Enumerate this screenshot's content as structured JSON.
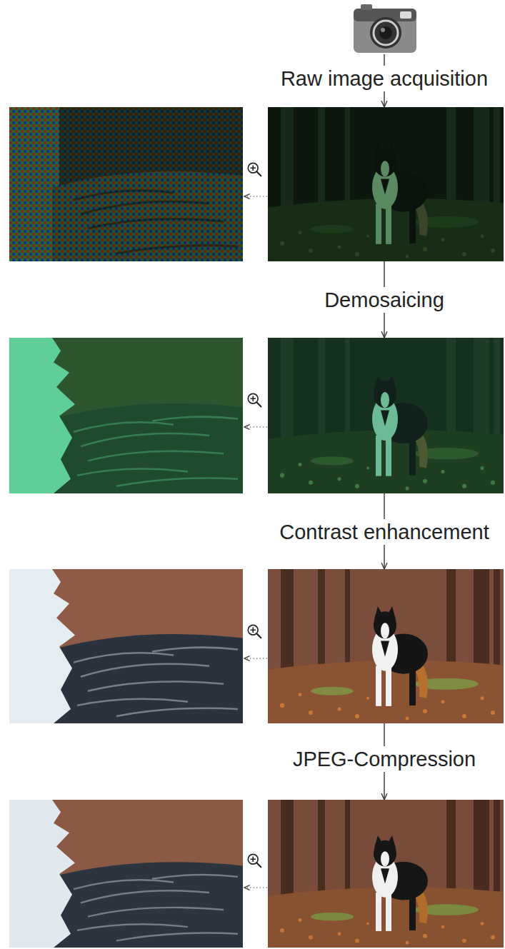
{
  "diagram": {
    "labels": [
      "Raw image acquisition",
      "Demosaicing",
      "Contrast enhancement",
      "JPEG-Compression"
    ]
  }
}
